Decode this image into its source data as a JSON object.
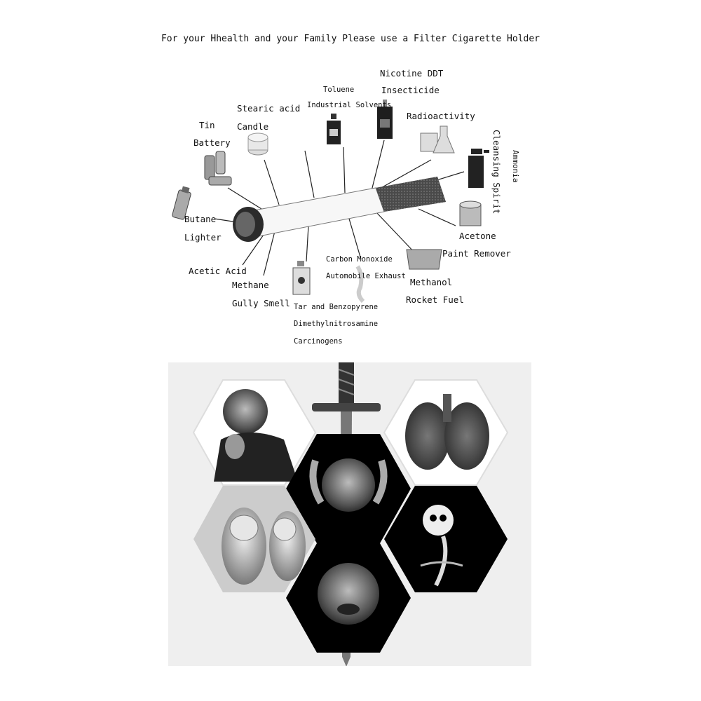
{
  "title": "For your Hhealth and your Family Please use a Filter Cigarette Holder",
  "labels": {
    "tin": "Tin",
    "battery": "Battery",
    "stearic_acid": "Stearic acid",
    "candle": "Candle",
    "toluene": "Toluene",
    "industrial_solvents": "Industrial Solvents",
    "nicotine_ddt": "Nicotine DDT",
    "insecticide": "Insecticide",
    "radioactivity": "Radioactivity",
    "cleansing_spirit": "Cleansing Spirit",
    "ammonia": "Ammonia",
    "butane": "Butane",
    "lighter": "Lighter",
    "acetone": "Acetone",
    "paint_remover": "Paint Remover",
    "acetic_acid": "Acetic Acid",
    "methane": "Methane",
    "gully_smell": "Gully Smell",
    "carbon_monoxide": "Carbon Monoxide",
    "automobile_exhaust": "Automobile Exhaust",
    "methanol": "Methanol",
    "rocket_fuel": "Rocket Fuel",
    "tar_benzopyrene": "Tar and Benzopyrene",
    "dimethylnitrosamine": "Dimethylnitrosamine",
    "carcinogens": "Carcinogens"
  },
  "colors": {
    "panel_bg": "#efefef",
    "hex_outline": "#dddddd"
  }
}
